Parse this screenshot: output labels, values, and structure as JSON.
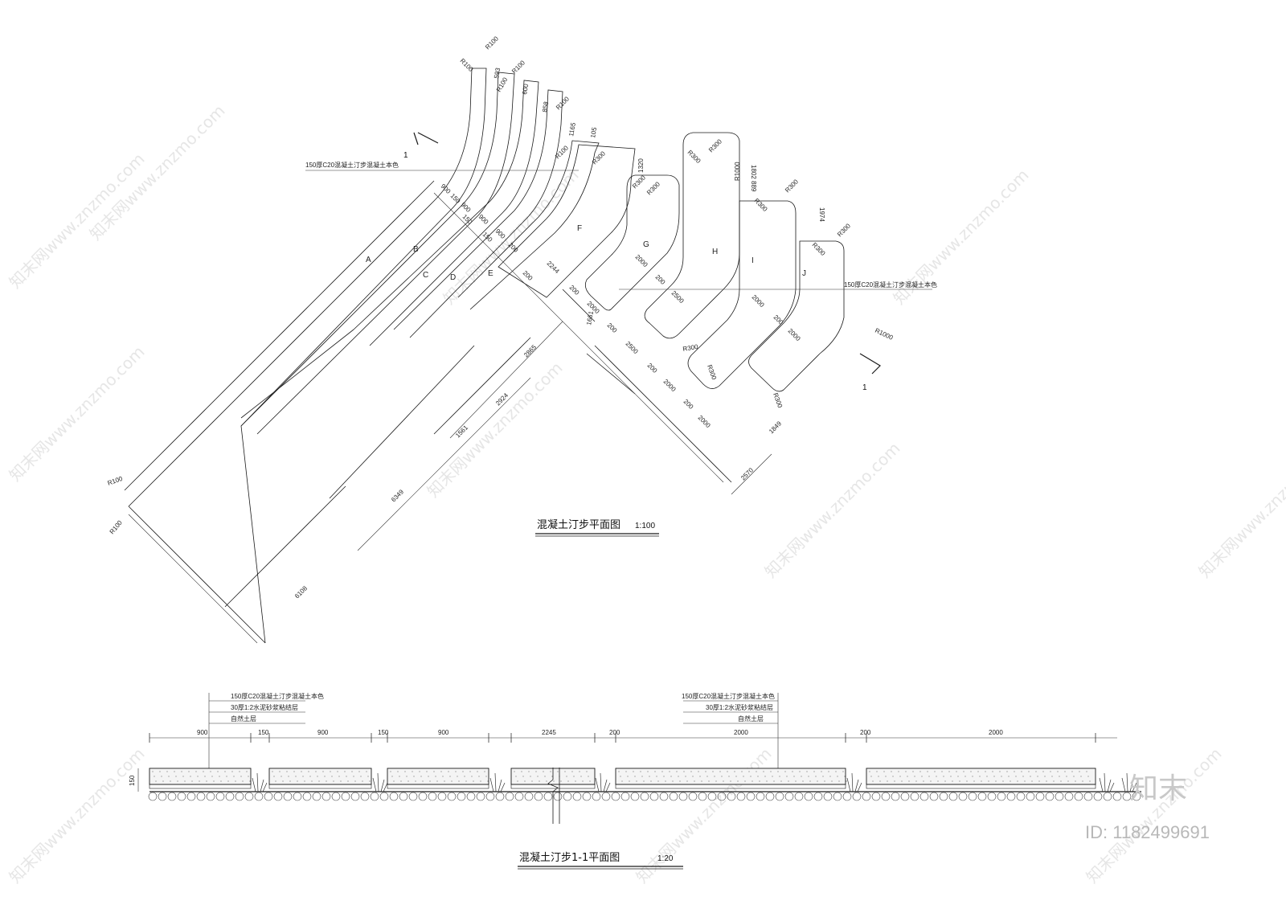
{
  "plan": {
    "title": "混凝土汀步平面图",
    "scale": "1:100",
    "material_note": "150厚C20混凝土汀步混凝土本色",
    "section_mark": "1",
    "zones": [
      "A",
      "B",
      "C",
      "D",
      "E",
      "F",
      "G",
      "H",
      "I",
      "J"
    ],
    "radius_labels": [
      "R100",
      "R100",
      "R100",
      "R100",
      "R100",
      "R100",
      "R100",
      "R100",
      "R300",
      "R300",
      "R300",
      "R300",
      "R300",
      "R300",
      "R300",
      "R300",
      "R300",
      "R300",
      "R300",
      "R300",
      "R1000"
    ],
    "dimensions": [
      "593",
      "600",
      "858",
      "1165",
      "105",
      "1320",
      "1802",
      "889",
      "1974",
      "900",
      "150",
      "900",
      "150",
      "900",
      "150",
      "900",
      "200",
      "2244",
      "200",
      "2000",
      "200",
      "2000",
      "2500",
      "2000",
      "200",
      "2000",
      "1661",
      "200",
      "2500",
      "200",
      "2000",
      "200",
      "2000",
      "2865",
      "2924",
      "1561",
      "6349",
      "6108",
      "1849",
      "2570"
    ]
  },
  "section": {
    "title": "混凝土汀步1-1平面图",
    "scale": "1:20",
    "layers_left": [
      "150厚C20混凝土汀步混凝土本色",
      "30厚1:2水泥砂浆粘结层",
      "自然土层"
    ],
    "layers_right": [
      "150厚C20混凝土汀步混凝土本色",
      "30厚1:2水泥砂浆粘结层",
      "自然土层"
    ],
    "thickness": "150",
    "spans": [
      "900",
      "150",
      "900",
      "150",
      "900",
      "2245",
      "200",
      "2000",
      "200",
      "2000"
    ]
  },
  "watermark": {
    "brand": "知末",
    "id_text": "ID: 1182499691",
    "tile": "知末网www.znzmo.com"
  }
}
